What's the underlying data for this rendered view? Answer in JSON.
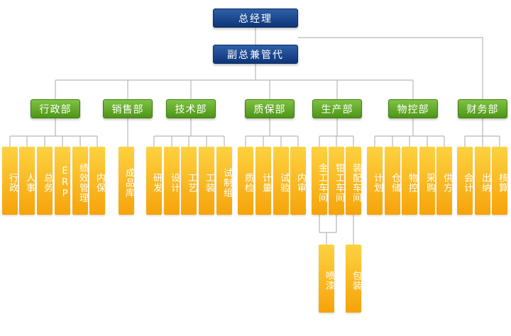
{
  "top": {
    "gm": "总经理",
    "vp": "副总兼管代"
  },
  "departments": [
    {
      "name": "行政部",
      "units": [
        "行政",
        "人事",
        "总务",
        "ERP",
        "绩效管理",
        "内保"
      ]
    },
    {
      "name": "销售部",
      "units": [
        "成品库"
      ]
    },
    {
      "name": "技术部",
      "units": [
        "研发",
        "设计",
        "工艺",
        "工装",
        "试制组"
      ]
    },
    {
      "name": "质保部",
      "units": [
        "质检",
        "计量",
        "试验",
        "内审"
      ]
    },
    {
      "name": "生产部",
      "units": [
        "金工车间",
        "钳工车间",
        "装配车间"
      ],
      "sub_units": [
        "喷漆",
        "包装"
      ]
    },
    {
      "name": "物控部",
      "units": [
        "计划",
        "仓储",
        "物控",
        "采购",
        "供方"
      ]
    },
    {
      "name": "财务部",
      "units": [
        "会计",
        "出纳",
        "核算"
      ]
    }
  ]
}
